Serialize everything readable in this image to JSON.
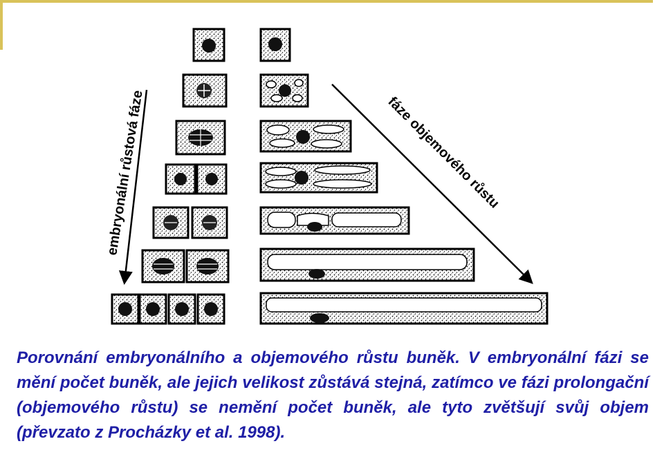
{
  "figure": {
    "label_left": "embryonální růstová fáze",
    "label_right": "fáze objemového růstu"
  },
  "caption": {
    "text": "Porovnání embryonálního a objemového růstu buněk. V embryonální fázi se mění počet buněk, ale jejich velikost zůstává stejná, zatímco ve fázi prolongační (objemového růstu) se nemění počet buněk, ale tyto zvětšují svůj objem (převzato z Procházky et al. 1998)."
  },
  "colors": {
    "caption": "#1f1fa6",
    "frame": "#d9c25a"
  }
}
